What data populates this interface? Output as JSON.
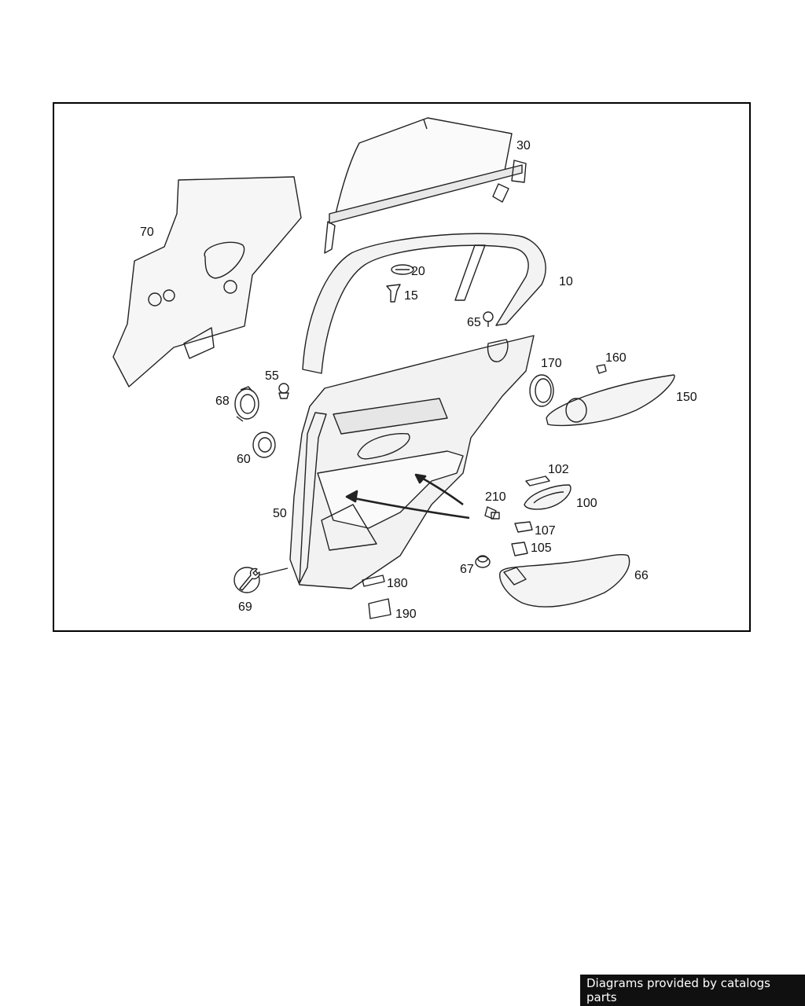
{
  "diagram": {
    "callouts": {
      "c70": "70",
      "c30": "30",
      "c20": "20",
      "c15": "15",
      "c10": "10",
      "c65": "65",
      "c55": "55",
      "c68": "68",
      "c60": "60",
      "c50": "50",
      "c170": "170",
      "c160": "160",
      "c150": "150",
      "c102": "102",
      "c210": "210",
      "c100": "100",
      "c107": "107",
      "c105": "105",
      "c67": "67",
      "c66": "66",
      "c69": "69",
      "c180": "180",
      "c190": "190"
    }
  },
  "footer": {
    "credit": "Diagrams provided by catalogs parts"
  },
  "colors": {
    "line": "#222222",
    "panel_fill": "#f2f2f2",
    "credit_bg": "#101010"
  }
}
